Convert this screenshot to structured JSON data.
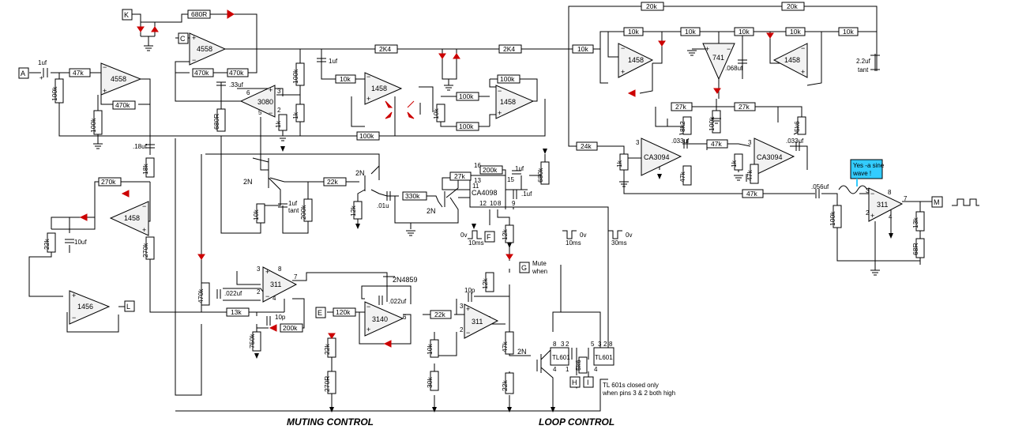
{
  "title": "",
  "colors": {
    "wire": "#000000",
    "diode": "#cc0000",
    "opamp_fill": "#f2f2f2",
    "note_bg": "#33ccff"
  },
  "sections": {
    "muting": "MUTING CONTROL",
    "loop": "LOOP CONTROL"
  },
  "ports": {
    "A": "A",
    "K": "K",
    "C": "C",
    "E": "E",
    "L": "L",
    "M": "M",
    "F": "F",
    "G": "G",
    "H": "H",
    "I": "I"
  },
  "opamps": {
    "oa1": "4558",
    "oa2": "4558",
    "oa3": "3080",
    "oa4": "1458",
    "oa5": "1458",
    "oa6": "1458",
    "oa7": "741",
    "oa8": "1458",
    "oa9": "CA3094",
    "oa10": "CA3094",
    "oa11": "311",
    "oa12": "1458",
    "oa13": "1456",
    "oa14": "311",
    "oa15": "3140",
    "oa16": "311"
  },
  "chips": {
    "ca4098": "CA4098",
    "tl601a": "TL601",
    "tl601b": "TL601"
  },
  "resistors": {
    "r1": "47k",
    "r2": "100k",
    "r3": "470k",
    "r4": "100k",
    "r5": "680R",
    "r6": "470k",
    "r7": "470k",
    "r8": "680R",
    "r9": "100k",
    "r10": "1k",
    "r11": "1k",
    "r12": "2K4",
    "r13": "2K4",
    "r14": "10k",
    "r15": "10k",
    "r16": "100k",
    "r17": "100k",
    "r18": "100k",
    "r19": "10k",
    "r20": "100k",
    "r21": "20k",
    "r22": "20k",
    "r23": "10k",
    "r24": "10k",
    "r25": "10k",
    "r26": "10k",
    "r27": "10k",
    "r28": "27k",
    "r29": "27k",
    "r30": "8k2",
    "r31": "100k",
    "r32": "5k6",
    "r33": "24k",
    "r34": "1k",
    "r35": "47k",
    "r36": "47k",
    "r37": "1k",
    "r38": "47k",
    "r39": "47k",
    "r40": "100k",
    "r41": "13k",
    "r42": "68R",
    "r43": "18k",
    "r44": "270k",
    "r45": "22k",
    "r46": "270k",
    "r47": "22k",
    "r48": "10k",
    "r49": "200k",
    "r50": "12k",
    "r51": "330k",
    "r52": "27k",
    "r53": "200k",
    "r54": "680k",
    "r55": "12k",
    "r56": "470k",
    "r57": "13k",
    "r58": "200k",
    "r59": "750k",
    "r60": "120k",
    "r61": "22k",
    "r62": "270R",
    "r63": "22k",
    "r64": "10k",
    "r65": "30k",
    "r66": "12k",
    "r67": "47k",
    "r68": "22k",
    "r69": "5k6"
  },
  "capacitors": {
    "c1": "1uf",
    "c2": ".33uf",
    "c3": "1uf",
    "c4": ".068uf",
    "c5": "2.2uf",
    "c5b": "tant",
    "c6": ".033uf",
    "c7": ".033uf",
    "c8": ".056uf",
    "c9": ".18uf",
    "c10": "10uf",
    "c11": "1uf",
    "c11b": "tant",
    "c12": ".01u",
    "c13": "1uf",
    "c14": ".1uf",
    "c15": ".022uf",
    "c16": "10p",
    "c17": ".022uf",
    "c18": "10p"
  },
  "transistors": {
    "q1": "2N",
    "q2": "2N",
    "q3": "2N",
    "q4": "2N",
    "q5": "2N4859"
  },
  "waveforms": {
    "w1_hi": "0v",
    "w1_t": "10ms",
    "w2_hi": "0v",
    "w2_t": "10ms",
    "w3_hi": "0v",
    "w3_t": "30ms"
  },
  "notes": {
    "sine_1": "Yes -a sine",
    "sine_2": "wave !",
    "mute_1": "Mute",
    "mute_2": "when",
    "tl_1": "TL 601s closed only",
    "tl_2": "when pins 3 & 2 both high"
  },
  "pins": {
    "p3": "3",
    "p2": "2",
    "p4": "4",
    "p6": "6",
    "p7": "7",
    "p8": "8",
    "p1": "1",
    "p5": "5",
    "p9": "9",
    "p10": "10",
    "p11": "11",
    "p12": "12",
    "p13": "13",
    "p15": "15",
    "p16": "16"
  }
}
